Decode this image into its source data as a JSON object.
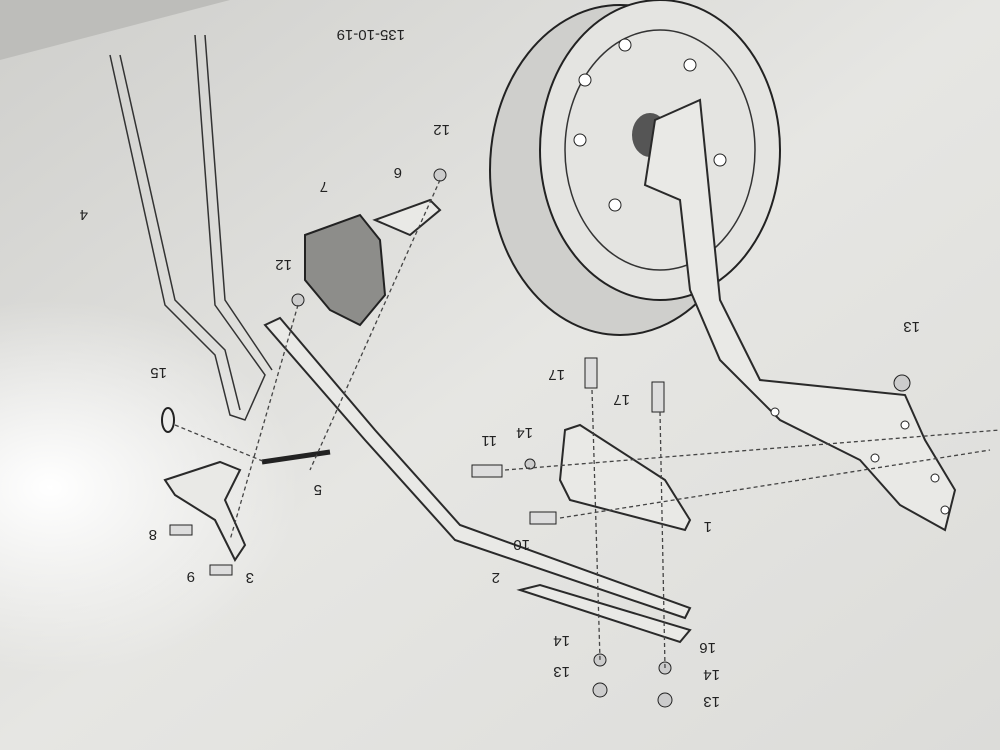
{
  "diagram": {
    "drawing_number": "135-10-19",
    "callouts": [
      {
        "id": "c4",
        "label": "4"
      },
      {
        "id": "c12a",
        "label": "12"
      },
      {
        "id": "c6",
        "label": "6"
      },
      {
        "id": "c7",
        "label": "7"
      },
      {
        "id": "c12b",
        "label": "12"
      },
      {
        "id": "c15",
        "label": "15"
      },
      {
        "id": "c11",
        "label": "11"
      },
      {
        "id": "c14a",
        "label": "14"
      },
      {
        "id": "c17a",
        "label": "17"
      },
      {
        "id": "c17b",
        "label": "17"
      },
      {
        "id": "c13a",
        "label": "13"
      },
      {
        "id": "c5",
        "label": "5"
      },
      {
        "id": "c8",
        "label": "8"
      },
      {
        "id": "c9",
        "label": "9"
      },
      {
        "id": "c3",
        "label": "3"
      },
      {
        "id": "c10",
        "label": "10"
      },
      {
        "id": "c1",
        "label": "1"
      },
      {
        "id": "c2",
        "label": "2"
      },
      {
        "id": "c16",
        "label": "16"
      },
      {
        "id": "c14b",
        "label": "14"
      },
      {
        "id": "c13b",
        "label": "13"
      },
      {
        "id": "c14c",
        "label": "14"
      },
      {
        "id": "c13c",
        "label": "13"
      }
    ]
  }
}
